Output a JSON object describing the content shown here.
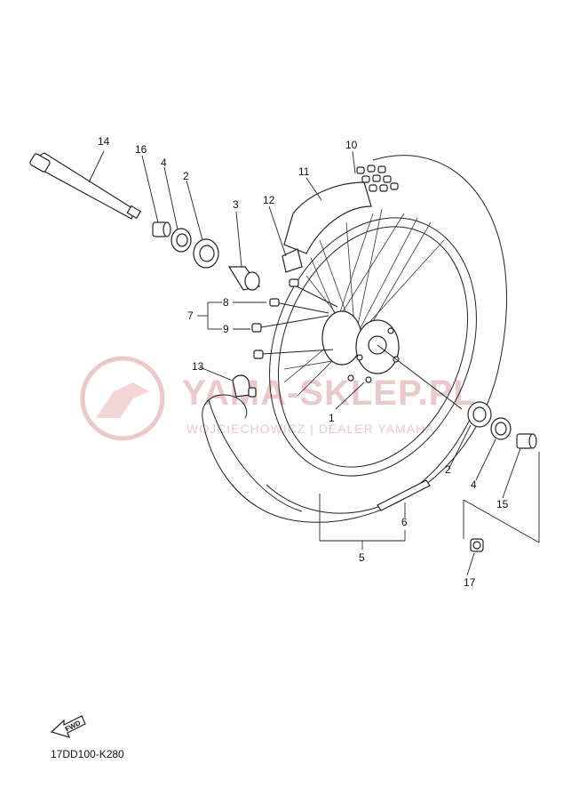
{
  "watermark": {
    "title": "YAMA-SKLEP.PL",
    "subtitle": "WOJCIECHOWICZ | DEALER YAMAHA"
  },
  "callouts": {
    "p1": "1",
    "p2a": "2",
    "p2b": "2",
    "p3": "3",
    "p4a": "4",
    "p4b": "4",
    "p5": "5",
    "p6": "6",
    "p7": "7",
    "p8": "8",
    "p9": "9",
    "p10": "10",
    "p11": "11",
    "p12": "12",
    "p13": "13",
    "p14": "14",
    "p15": "15",
    "p16": "16",
    "p17": "17"
  },
  "fwd_label": "FWD",
  "diagram_code": "17DD100-K280"
}
